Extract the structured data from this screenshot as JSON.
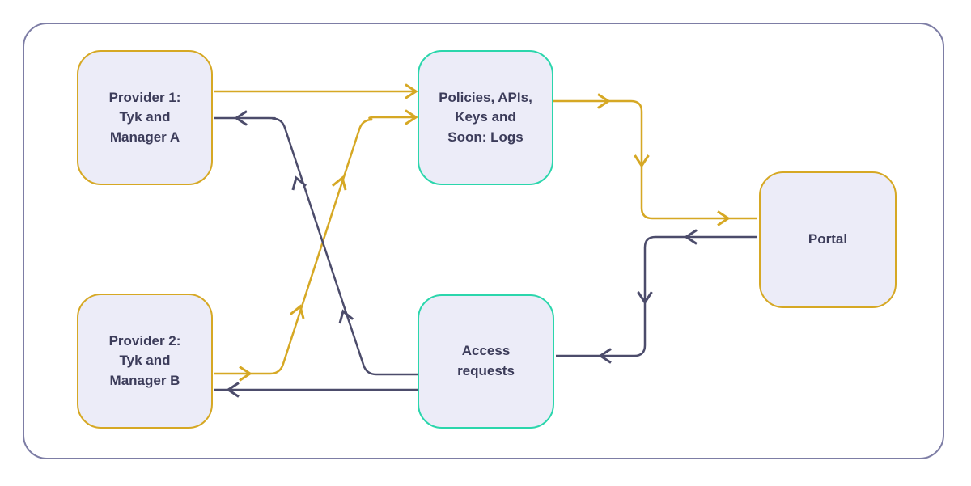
{
  "colors": {
    "gold": "#d6a824",
    "navy": "#4c4c6b",
    "teal": "#2bd6ac",
    "node_fill": "#ececf8",
    "frame": "#7d7da5",
    "text": "#3c3c5a",
    "background": "#ffffff"
  },
  "nodes": {
    "provider1": {
      "label": "Provider 1:\nTyk and\nManager A"
    },
    "provider2": {
      "label": "Provider 2:\nTyk and\nManager B"
    },
    "policies": {
      "label": "Policies, APIs,\nKeys and\nSoon: Logs"
    },
    "access": {
      "label": "Access\nrequests"
    },
    "portal": {
      "label": "Portal"
    }
  },
  "edges": [
    {
      "from": "provider1",
      "to": "policies",
      "color": "gold"
    },
    {
      "from": "provider2",
      "to": "policies",
      "color": "gold"
    },
    {
      "from": "policies",
      "to": "portal",
      "color": "gold"
    },
    {
      "from": "portal",
      "to": "access",
      "color": "navy"
    },
    {
      "from": "access",
      "to": "provider1",
      "color": "navy"
    },
    {
      "from": "access",
      "to": "provider2",
      "color": "navy"
    }
  ]
}
